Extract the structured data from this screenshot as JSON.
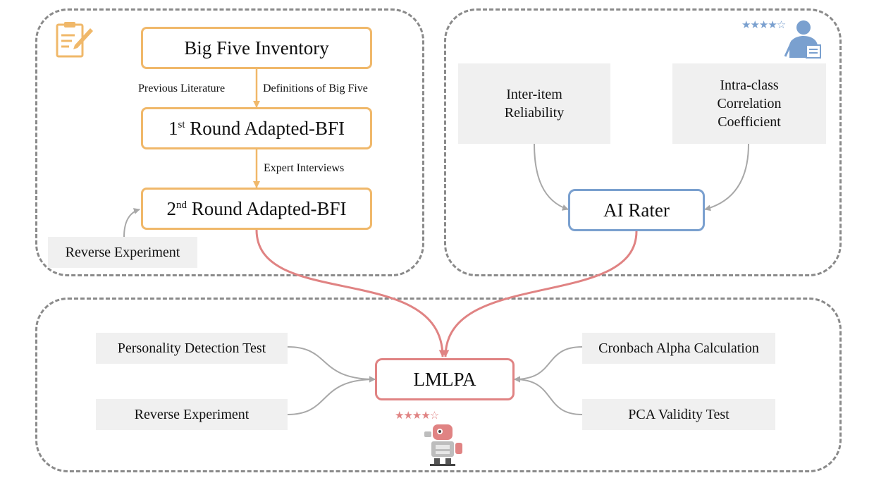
{
  "top_left": {
    "big_five": "Big Five Inventory",
    "label_prev_lit": "Previous Literature",
    "label_definitions": "Definitions of Big Five",
    "round1_prefix": "1",
    "round1_sup": "st",
    "round1_suffix": " Round Adapted-BFI",
    "label_expert": "Expert Interviews",
    "round2_prefix": "2",
    "round2_sup": "nd",
    "round2_suffix": " Round Adapted-BFI",
    "reverse": "Reverse Experiment"
  },
  "top_right": {
    "stars": "★★★★☆",
    "inter_item_line1": "Inter-item",
    "inter_item_line2": "Reliability",
    "icc_line1": "Intra-class",
    "icc_line2": "Correlation",
    "icc_line3": "Coefficient",
    "ai_rater": "AI Rater"
  },
  "bottom": {
    "personality": "Personality Detection Test",
    "reverse": "Reverse Experiment",
    "lmlpa": "LMLPA",
    "cronbach": "Cronbach Alpha Calculation",
    "pca": "PCA Validity Test",
    "stars": "★★★★☆"
  },
  "colors": {
    "orange": "#f0b86a",
    "blue": "#7aa0cf",
    "red": "#e08383",
    "grey_arrow": "#a8a8a8"
  }
}
